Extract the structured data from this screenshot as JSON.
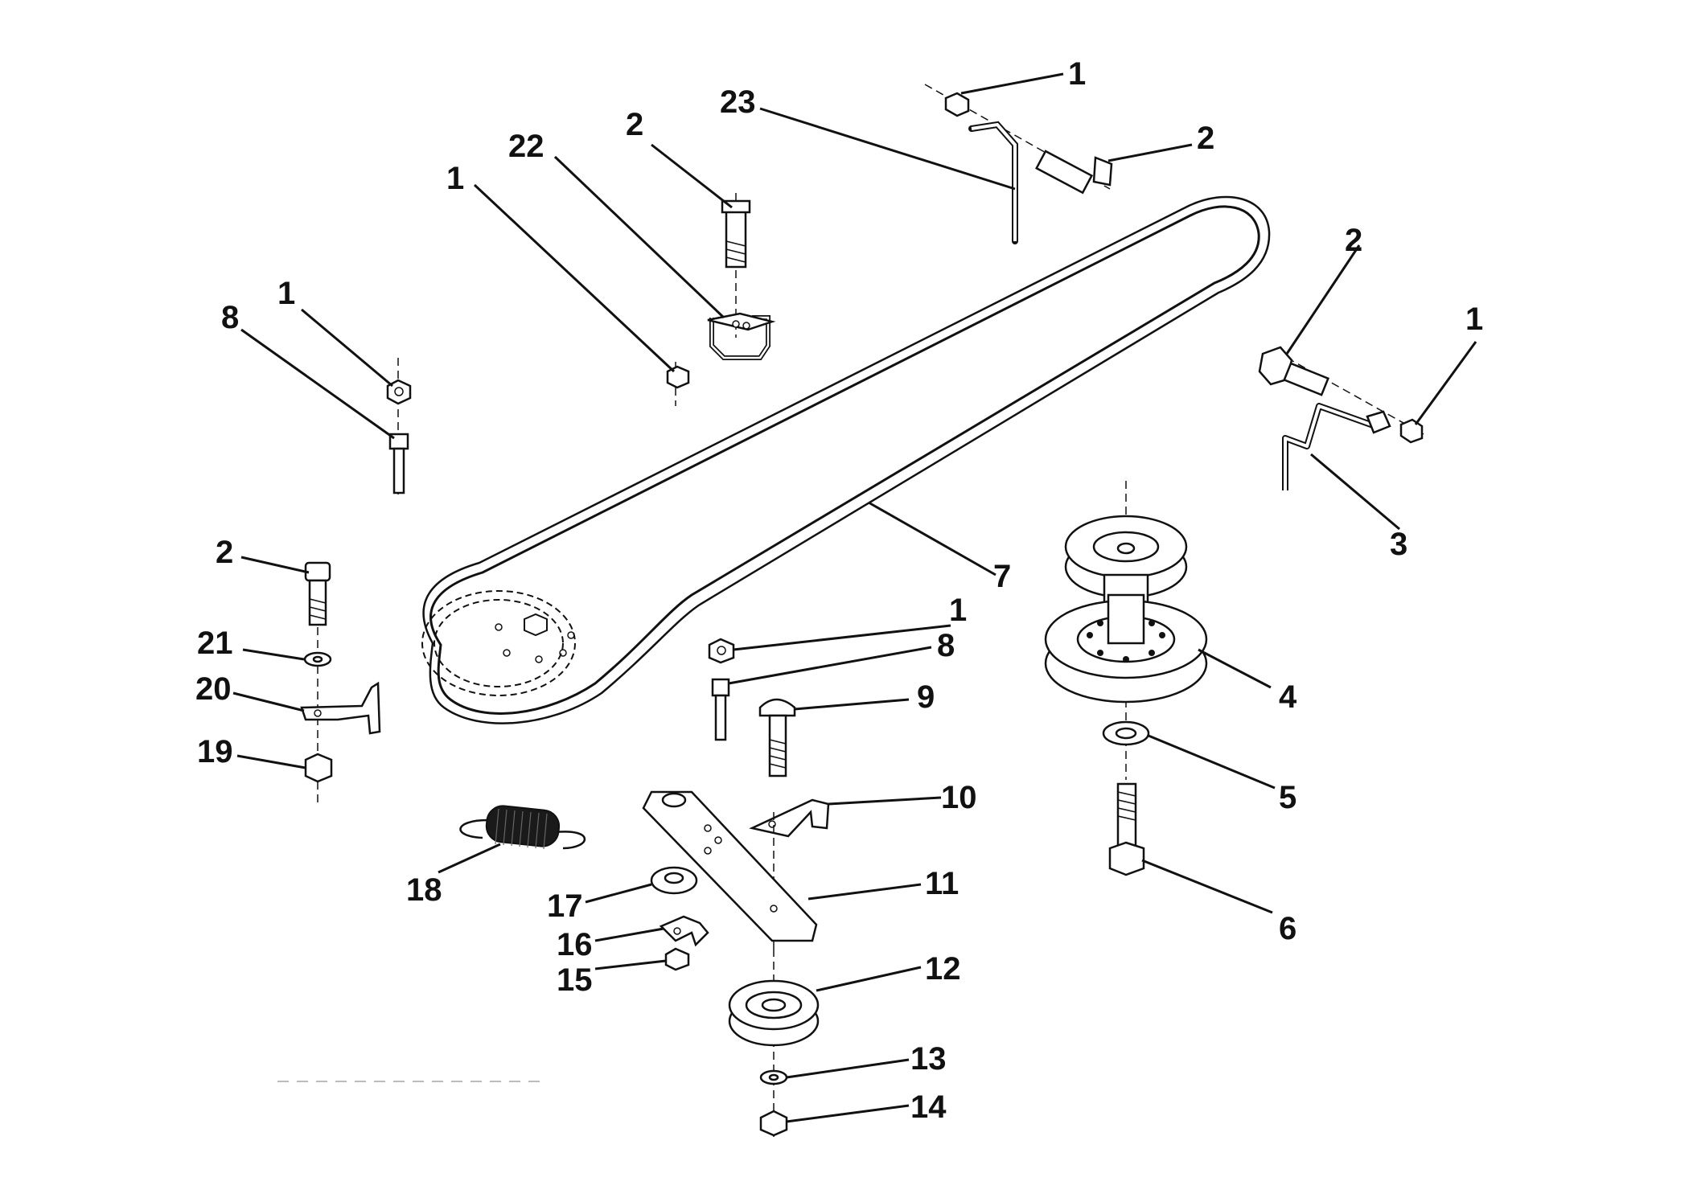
{
  "diagram": {
    "callouts": [
      {
        "id": "c1a",
        "text": "1"
      },
      {
        "id": "c23",
        "text": "23"
      },
      {
        "id": "c2a",
        "text": "2"
      },
      {
        "id": "c2b",
        "text": "2"
      },
      {
        "id": "c22",
        "text": "22"
      },
      {
        "id": "c1b",
        "text": "1"
      },
      {
        "id": "c1c",
        "text": "1"
      },
      {
        "id": "c8a",
        "text": "8"
      },
      {
        "id": "c2c",
        "text": "2"
      },
      {
        "id": "c1d",
        "text": "1"
      },
      {
        "id": "c3",
        "text": "3"
      },
      {
        "id": "c7",
        "text": "7"
      },
      {
        "id": "c2d",
        "text": "2"
      },
      {
        "id": "c21",
        "text": "21"
      },
      {
        "id": "c20",
        "text": "20"
      },
      {
        "id": "c19",
        "text": "19"
      },
      {
        "id": "c1e",
        "text": "1"
      },
      {
        "id": "c8b",
        "text": "8"
      },
      {
        "id": "c9",
        "text": "9"
      },
      {
        "id": "c4",
        "text": "4"
      },
      {
        "id": "c5",
        "text": "5"
      },
      {
        "id": "c10",
        "text": "10"
      },
      {
        "id": "c11",
        "text": "11"
      },
      {
        "id": "c18",
        "text": "18"
      },
      {
        "id": "c17",
        "text": "17"
      },
      {
        "id": "c16",
        "text": "16"
      },
      {
        "id": "c15",
        "text": "15"
      },
      {
        "id": "c6",
        "text": "6"
      },
      {
        "id": "c12",
        "text": "12"
      },
      {
        "id": "c13",
        "text": "13"
      },
      {
        "id": "c14",
        "text": "14"
      }
    ]
  }
}
